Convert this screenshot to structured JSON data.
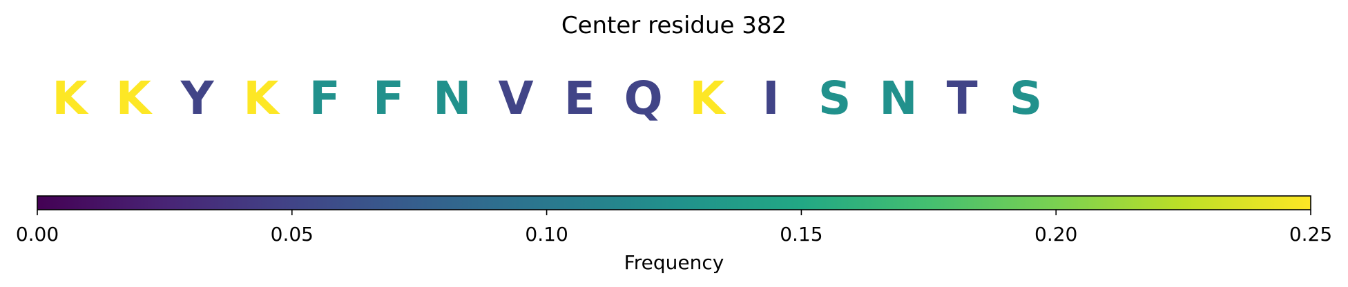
{
  "chart_data": {
    "type": "sequence-logo",
    "title": "Center residue 382",
    "residues": [
      {
        "letter": "K",
        "frequency": 0.25
      },
      {
        "letter": "K",
        "frequency": 0.25
      },
      {
        "letter": "Y",
        "frequency": 0.05
      },
      {
        "letter": "K",
        "frequency": 0.25
      },
      {
        "letter": "F",
        "frequency": 0.125
      },
      {
        "letter": "F",
        "frequency": 0.125
      },
      {
        "letter": "N",
        "frequency": 0.125
      },
      {
        "letter": "V",
        "frequency": 0.05
      },
      {
        "letter": "E",
        "frequency": 0.05
      },
      {
        "letter": "Q",
        "frequency": 0.05
      },
      {
        "letter": "K",
        "frequency": 0.25
      },
      {
        "letter": "I",
        "frequency": 0.05
      },
      {
        "letter": "S",
        "frequency": 0.125
      },
      {
        "letter": "N",
        "frequency": 0.125
      },
      {
        "letter": "T",
        "frequency": 0.05
      },
      {
        "letter": "S",
        "frequency": 0.125
      }
    ],
    "colorbar": {
      "label": "Frequency",
      "colormap": "viridis",
      "range": [
        0.0,
        0.25
      ],
      "ticks": [
        "0.00",
        "0.05",
        "0.10",
        "0.15",
        "0.20",
        "0.25"
      ],
      "tick_values": [
        0.0,
        0.05,
        0.1,
        0.15,
        0.2,
        0.25
      ]
    }
  }
}
